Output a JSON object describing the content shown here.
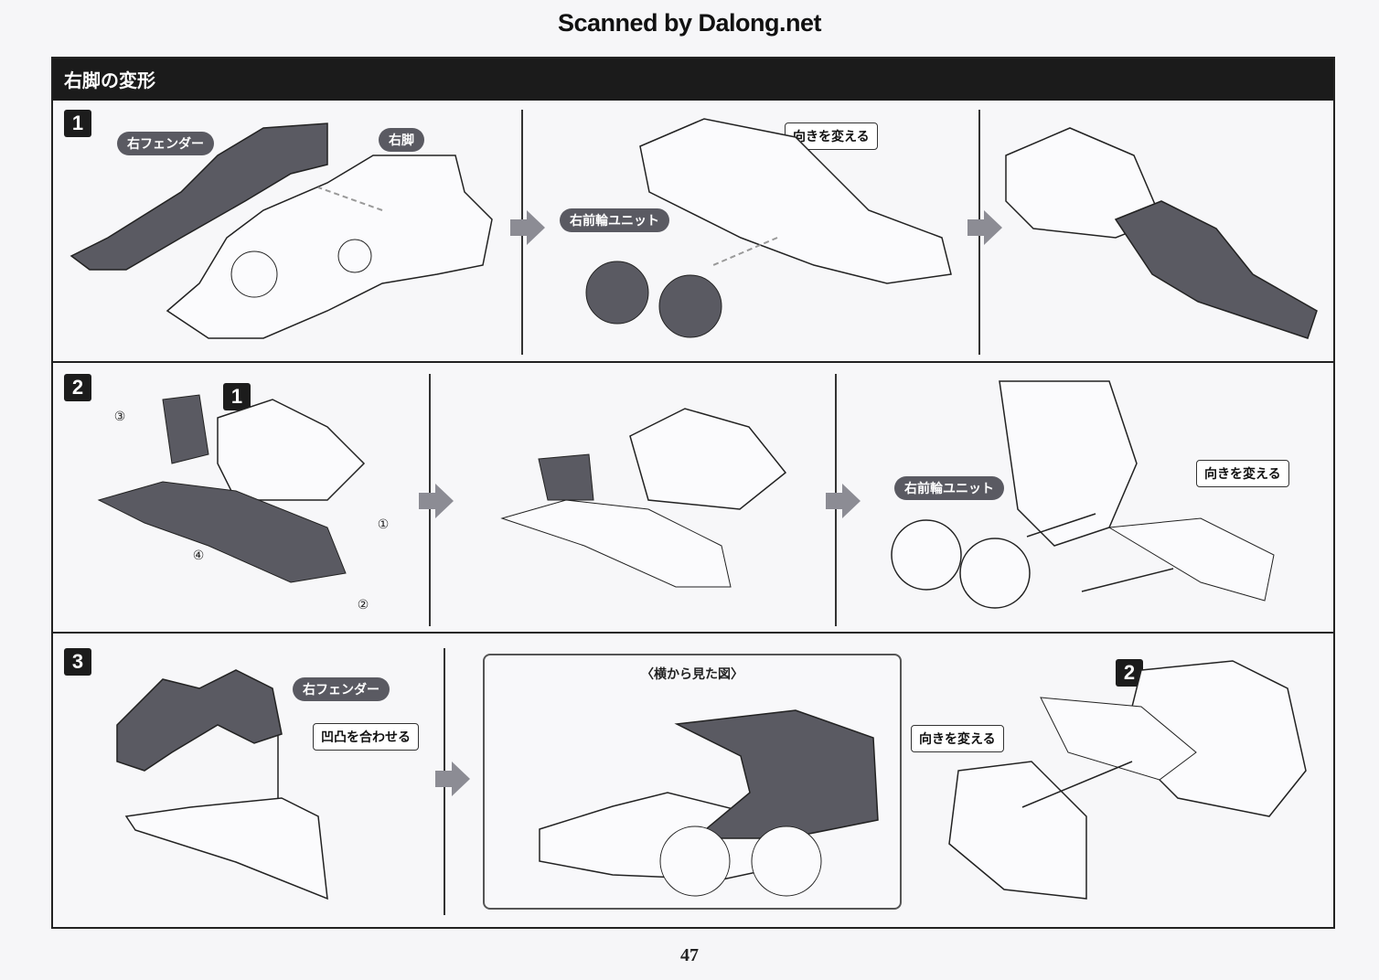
{
  "scan_credit": "Scanned by Dalong.net",
  "section_title": "右脚の変形",
  "colors": {
    "title_bar": "#1b1b1b",
    "part_dark": "#5a5a62",
    "arrow_gray": "#8c8c94"
  },
  "steps": [
    {
      "number": "1",
      "panels": [
        {
          "labels": {
            "fender": "右フェンダー",
            "leg": "右脚"
          }
        },
        {
          "labels": {
            "front_wheel_unit": "右前輪ユニット",
            "change_direction": "向きを変える"
          }
        },
        {
          "labels": {}
        }
      ]
    },
    {
      "number": "2",
      "panels": [
        {
          "ref_step": "1",
          "order_marks": [
            "①",
            "②",
            "③",
            "④"
          ]
        },
        {
          "labels": {}
        },
        {
          "labels": {
            "front_wheel_unit": "右前輪ユニット",
            "change_direction": "向きを変える"
          }
        }
      ]
    },
    {
      "number": "3",
      "panels": [
        {
          "labels": {
            "fender": "右フェンダー",
            "align": "凹凸を合わせる"
          }
        },
        {
          "labels": {
            "side_view": "〈横から見た図〉"
          }
        },
        {
          "ref_step": "2",
          "labels": {
            "change_direction": "向きを変える"
          }
        }
      ]
    }
  ],
  "page_number": "47"
}
